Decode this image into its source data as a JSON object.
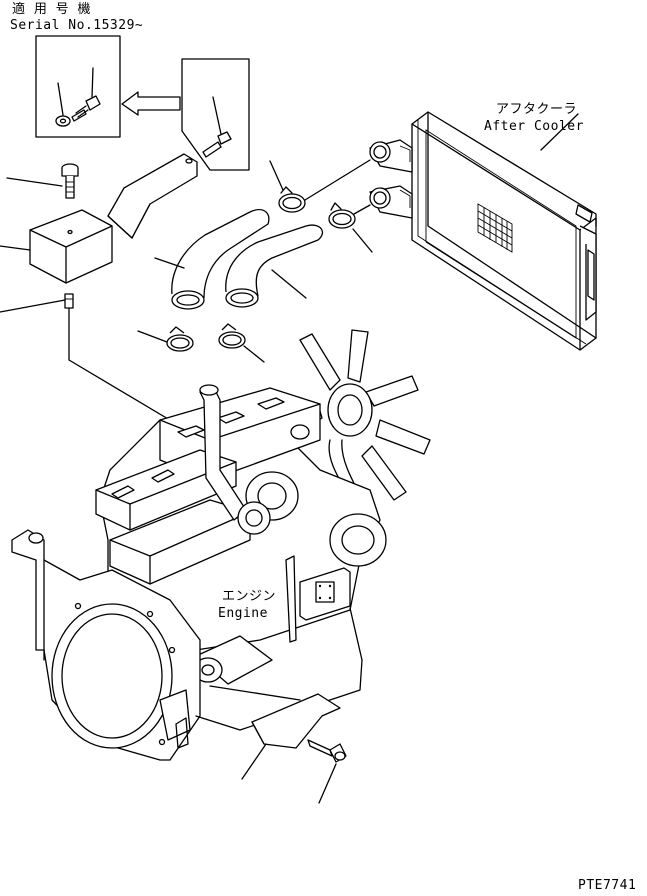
{
  "header": {
    "applicable_label": "適 用 号 機",
    "serial_label": "Serial No.15329~"
  },
  "labels": {
    "after_cooler_jp": "アフタクーラ",
    "after_cooler_en": "After Cooler",
    "engine_jp": "エンジン",
    "engine_en": "Engine"
  },
  "footer": {
    "drawing_code": "PTE7741"
  }
}
